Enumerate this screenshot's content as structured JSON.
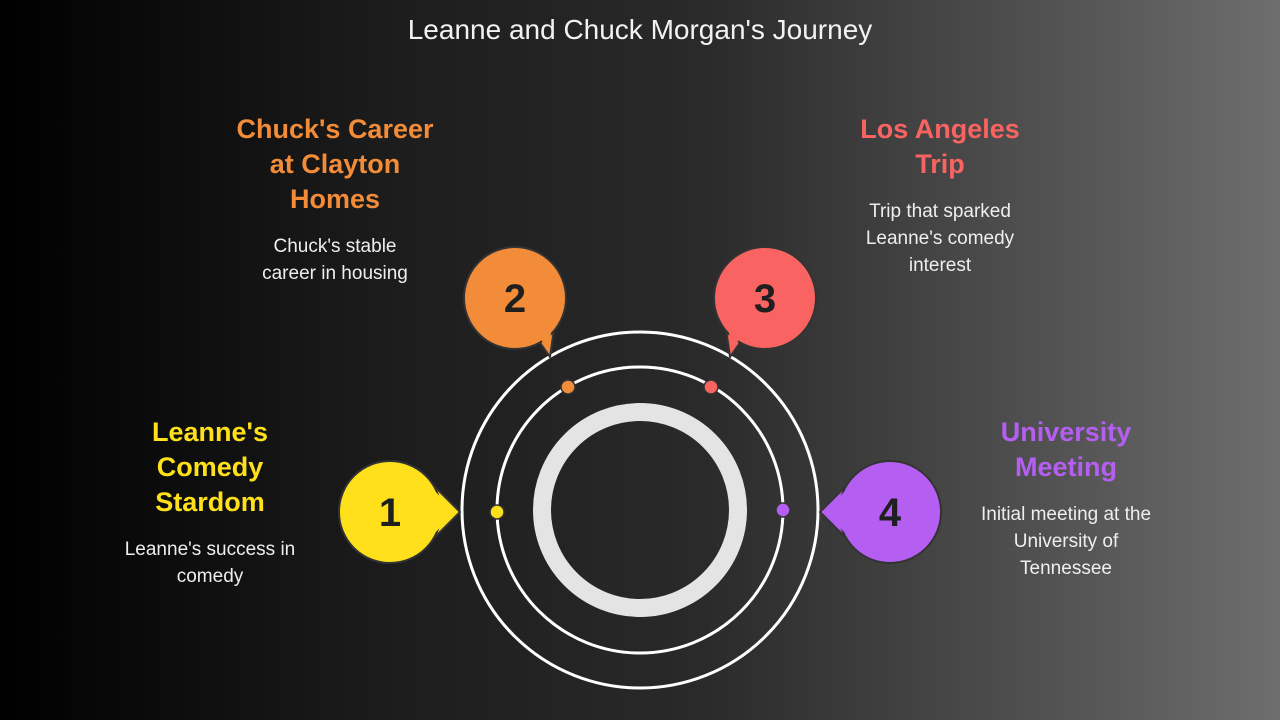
{
  "title": "Leanne and Chuck Morgan's Journey",
  "steps": [
    {
      "number": "1",
      "heading": [
        "Leanne's",
        "Comedy",
        "Stardom"
      ],
      "description": [
        "Leanne's success in",
        "comedy"
      ],
      "color": "#ffe01b"
    },
    {
      "number": "2",
      "heading": [
        "Chuck's Career",
        "at Clayton",
        "Homes"
      ],
      "description": [
        "Chuck's stable",
        "career in housing"
      ],
      "color": "#f28c38"
    },
    {
      "number": "3",
      "heading": [
        "Los Angeles",
        "Trip"
      ],
      "description": [
        "Trip that sparked",
        "Leanne's comedy",
        "interest"
      ],
      "color": "#f96361"
    },
    {
      "number": "4",
      "heading": [
        "University",
        "Meeting"
      ],
      "description": [
        "Initial meeting at the",
        "University of",
        "Tennessee"
      ],
      "color": "#b45ff2"
    }
  ],
  "colors": {
    "ring_outline": "#ffffff",
    "inner_ring": "#e4e4e4",
    "number_text": "#1f1f1f"
  }
}
